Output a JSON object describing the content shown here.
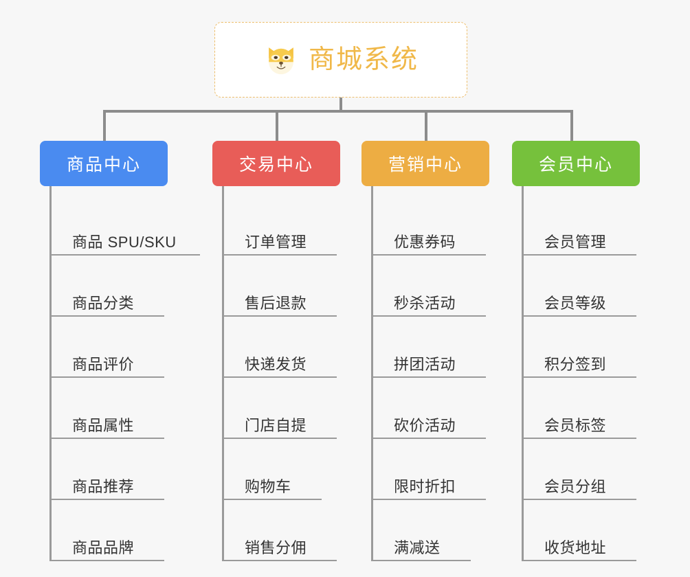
{
  "root": {
    "title": "商城系统",
    "icon": "dog-face-emoji",
    "border_color": "#edbd6a",
    "text_color": "#f0b849"
  },
  "canvas": {
    "background": "#f7f7f7",
    "connector_color": "#8c8c8c"
  },
  "columns": [
    {
      "title": "商品中心",
      "color": "#4a8bf0",
      "items": [
        {
          "label": "商品 SPU/SKU"
        },
        {
          "label": "商品分类"
        },
        {
          "label": "商品评价"
        },
        {
          "label": "商品属性"
        },
        {
          "label": "商品推荐"
        },
        {
          "label": "商品品牌"
        }
      ]
    },
    {
      "title": "交易中心",
      "color": "#e85d58",
      "items": [
        {
          "label": "订单管理"
        },
        {
          "label": "售后退款"
        },
        {
          "label": "快递发货"
        },
        {
          "label": "门店自提"
        },
        {
          "label": "购物车"
        },
        {
          "label": "销售分佣"
        }
      ]
    },
    {
      "title": "营销中心",
      "color": "#edad43",
      "items": [
        {
          "label": "优惠券码"
        },
        {
          "label": "秒杀活动"
        },
        {
          "label": "拼团活动"
        },
        {
          "label": "砍价活动"
        },
        {
          "label": "限时折扣"
        },
        {
          "label": "满减送"
        }
      ]
    },
    {
      "title": "会员中心",
      "color": "#76c13c",
      "items": [
        {
          "label": "会员管理"
        },
        {
          "label": "会员等级"
        },
        {
          "label": "积分签到"
        },
        {
          "label": "会员标签"
        },
        {
          "label": "会员分组"
        },
        {
          "label": "收货地址"
        }
      ]
    }
  ]
}
